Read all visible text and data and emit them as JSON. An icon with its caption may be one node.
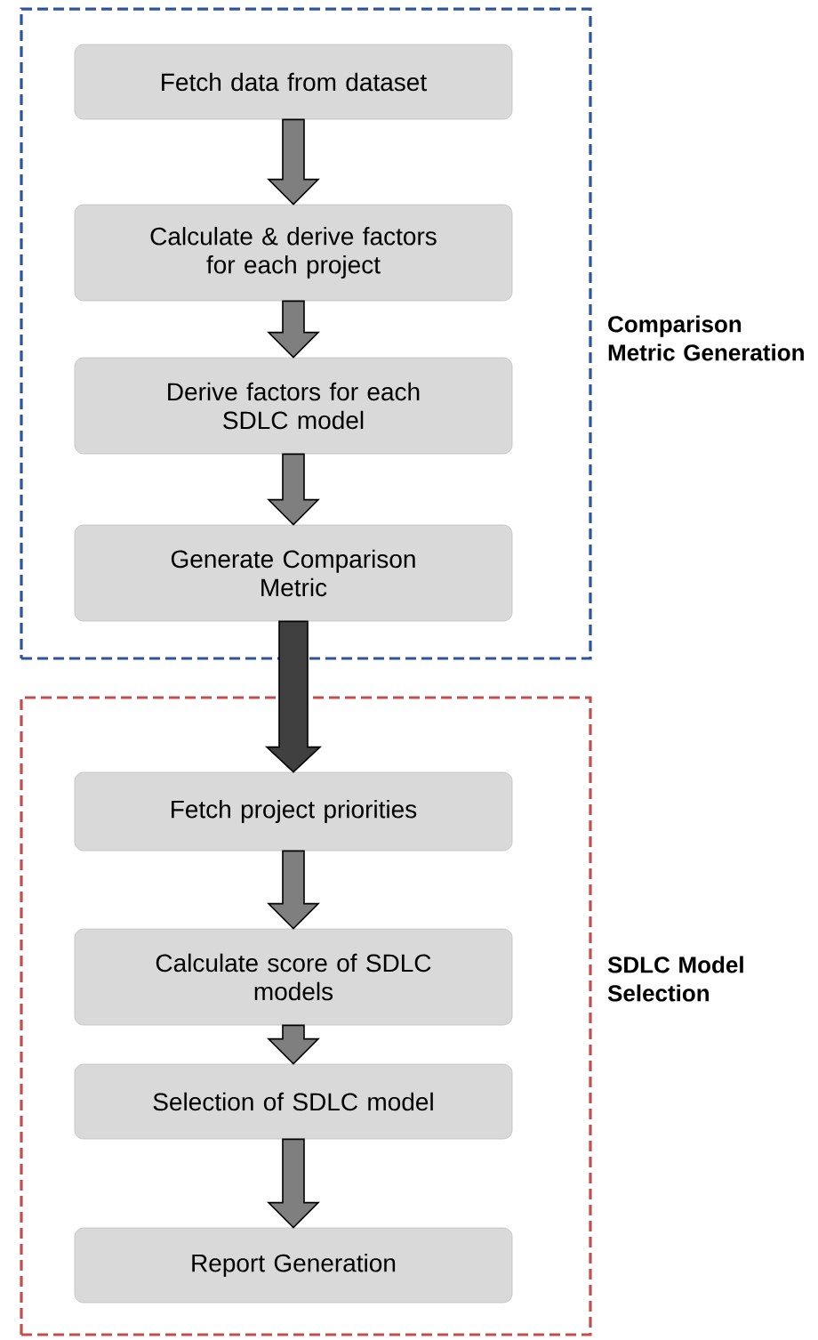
{
  "diagram": {
    "nodes": [
      {
        "text": [
          "Comparison Metric Generation"
        ]
      },
      {
        "text": [
          "Fetch data from dataset"
        ],
        "in": 0
      },
      {
        "text": [
          "Calculate & derive factors for each project"
        ],
        "in": 0
      },
      {
        "text": [
          "Derive factors for each SDLC model"
        ],
        "in": 0
      },
      {
        "text": [
          "Generate Comparison Metric"
        ],
        "in": 0
      },
      {
        "text": [
          "SDLC Model Selection"
        ]
      },
      {
        "text": [
          "Fetch project priorities"
        ],
        "in": 5
      },
      {
        "text": [
          "Calculate score of SDLC models"
        ],
        "in": 5
      },
      {
        "text": [
          "Selection of SDLC model"
        ],
        "in": 5
      },
      {
        "text": [
          "Report Generation"
        ],
        "in": 5
      }
    ],
    "edges": [
      {
        "from": 1,
        "to": 2,
        "arrow": "to"
      },
      {
        "from": 2,
        "to": 3,
        "arrow": "to"
      },
      {
        "from": 3,
        "to": 4,
        "arrow": "to"
      },
      {
        "from": 4,
        "to": 6,
        "arrow": "to",
        "color": "#404040"
      },
      {
        "from": 6,
        "to": 7,
        "arrow": "to"
      },
      {
        "from": 7,
        "to": 8,
        "arrow": "to"
      },
      {
        "from": 8,
        "to": 9,
        "arrow": "to"
      }
    ]
  }
}
